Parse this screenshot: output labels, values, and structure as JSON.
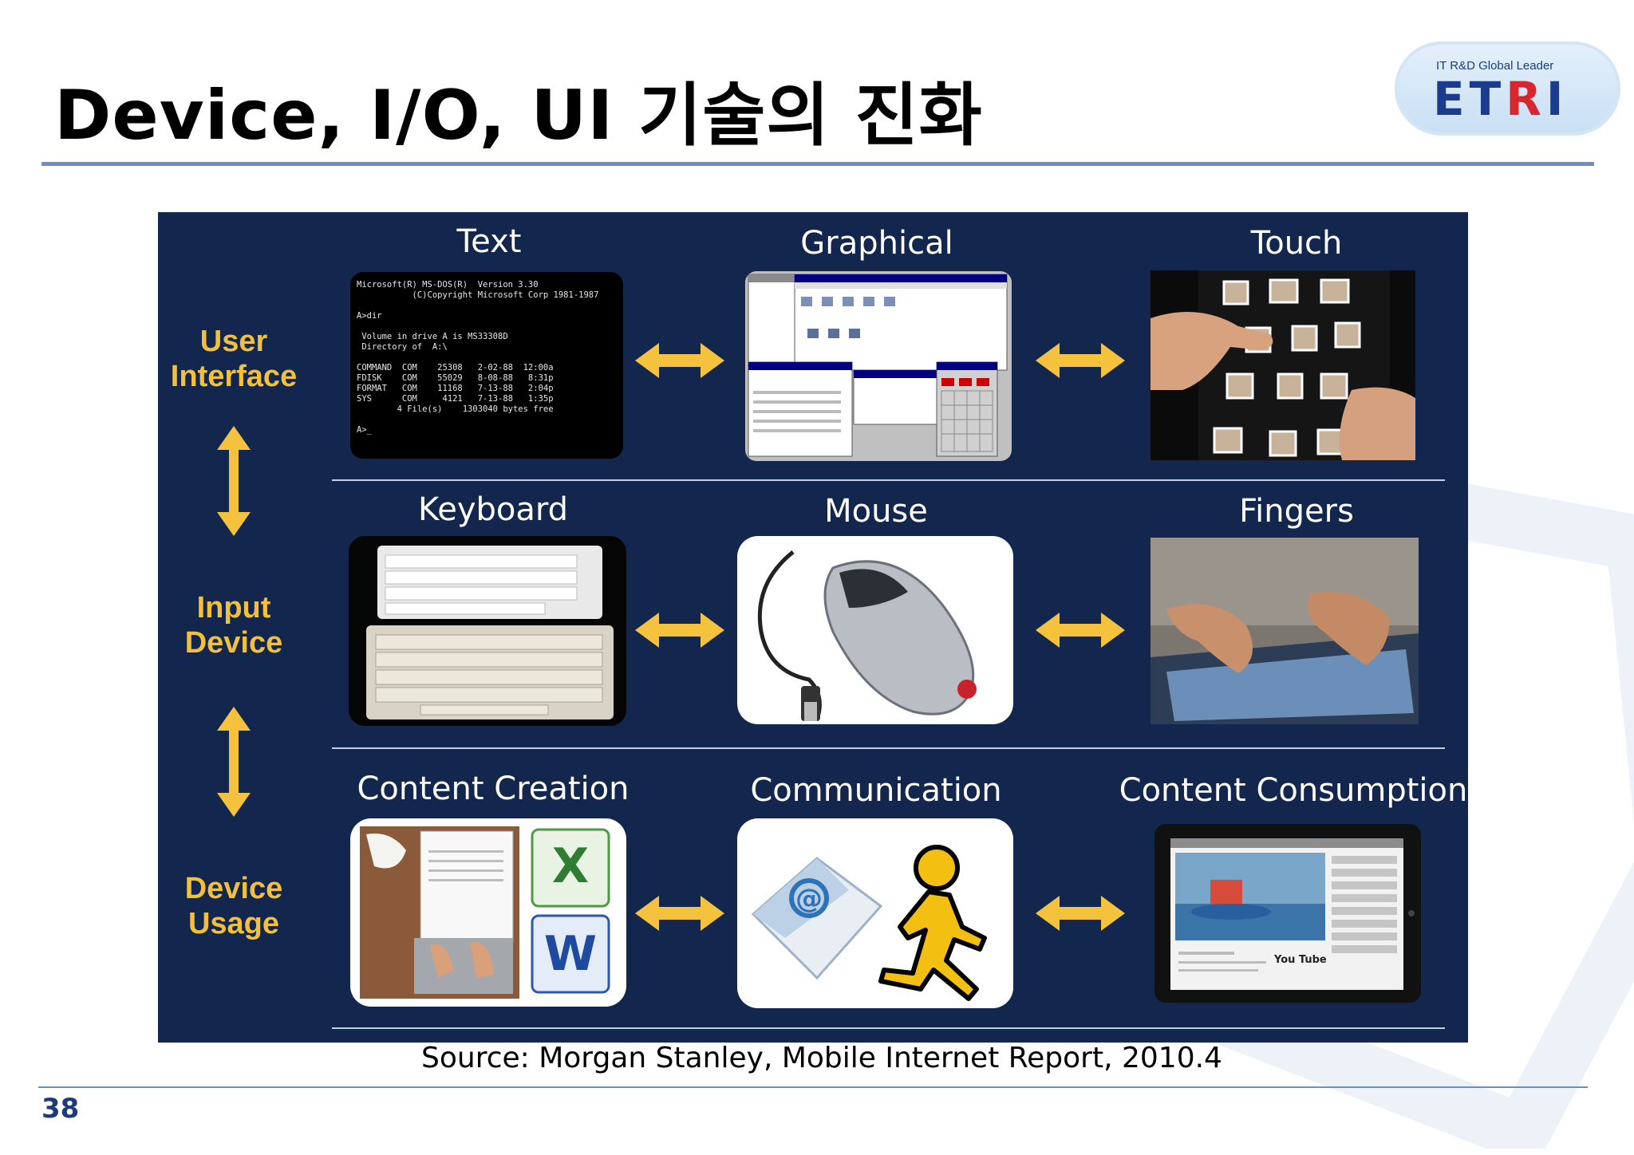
{
  "title": "Device, I/O, UI 기술의 진화",
  "logo": {
    "tagline": "IT R&D Global Leader",
    "name_a": "ET",
    "name_b": "R",
    "name_c": "I"
  },
  "row_labels": {
    "ui": "User\nInterface",
    "input": "Input\nDevice",
    "usage": "Device\nUsage"
  },
  "columns": {
    "text": "Text",
    "graphical": "Graphical",
    "touch": "Touch",
    "keyboard": "Keyboard",
    "mouse": "Mouse",
    "fingers": "Fingers",
    "content_creation": "Content Creation",
    "communication": "Communication",
    "content_consumption": "Content Consumption"
  },
  "terminal_text": "Microsoft(R) MS-DOS(R)  Version 3.30\n           (C)Copyright Microsoft Corp 1981-1987\n\nA>dir\n\n Volume in drive A is MS33308D\n Directory of  A:\\\n\nCOMMAND  COM    25308   2-02-88  12:00a\nFDISK    COM    55029   8-08-88   8:31p\nFORMAT   COM    11168   7-13-88   2:04p\nSYS      COM     4121   7-13-88   1:35p\n        4 File(s)    1303040 bytes free\n\nA>_",
  "icon_names": {
    "email": "email-envelope-icon",
    "aim": "aim-running-man-icon",
    "excel": "excel-icon",
    "word": "word-icon",
    "youtube": "youtube-logo"
  },
  "youtube_label": "You Tube",
  "source": "Source: Morgan Stanley, Mobile Internet Report, 2010.4",
  "page_number": "38",
  "colors": {
    "panel": "#13264d",
    "accent_label": "#f2c03c",
    "arrow": "#f4c23d",
    "rule": "#6b8fc4"
  }
}
